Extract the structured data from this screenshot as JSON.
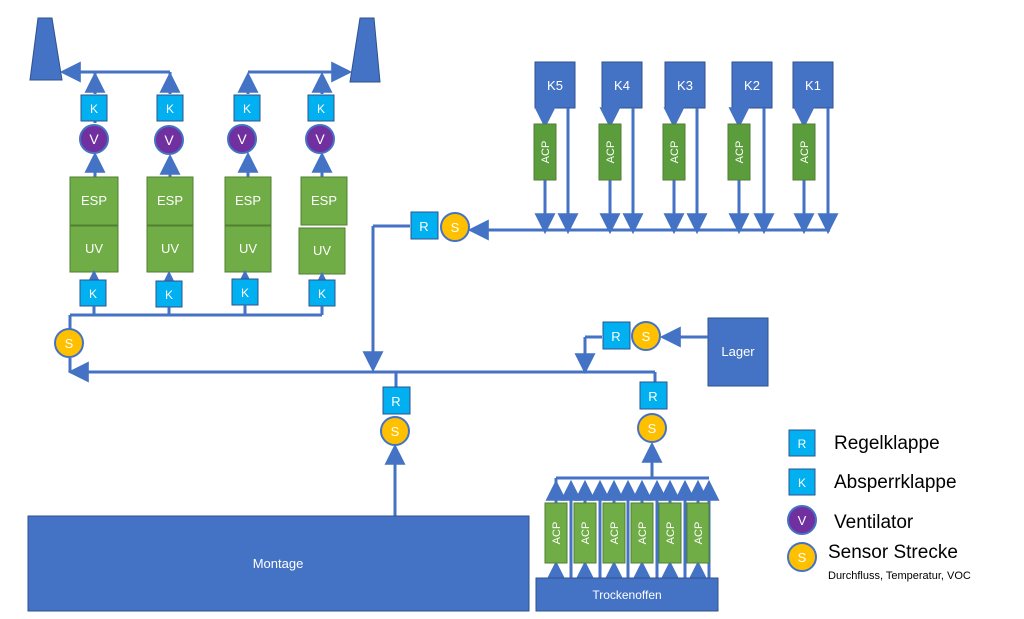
{
  "colors": {
    "line": "#4472C4",
    "box_blue": "#4472C4",
    "box_blue_stroke": "#2F528F",
    "k_box": "#00B0F0",
    "k_box_stroke": "#2F528F",
    "green": "#70AD47",
    "green_stroke": "#507E32",
    "acp_green": "#5B9C3C",
    "fan": "#7030A0",
    "sensor": "#FFC000",
    "sensor_stroke": "#4472C4",
    "text_dark": "#000000",
    "text_light": "#ffffff"
  },
  "labels": {
    "k": "K",
    "r": "R",
    "v": "V",
    "s": "S",
    "esp": "ESP",
    "uv": "UV",
    "acp": "ACP"
  },
  "sources": {
    "k5": "K5",
    "k4": "K4",
    "k3": "K3",
    "k2": "K2",
    "k1": "K1",
    "lager": "Lager",
    "montage": "Montage",
    "trockenoffen": "Trockenoffen"
  },
  "legend": {
    "regelklappe": {
      "symbol": "R",
      "label": "Regelklappe"
    },
    "absperrklappe": {
      "symbol": "K",
      "label": "Absperrklappe"
    },
    "ventilator": {
      "symbol": "V",
      "label": "Ventilator"
    },
    "sensor": {
      "symbol": "S",
      "label": "Sensor Strecke",
      "sublabel": "Durchfluss, Temperatur, VOC"
    }
  },
  "icons": [
    "stack-icon",
    "arrow-icon"
  ]
}
